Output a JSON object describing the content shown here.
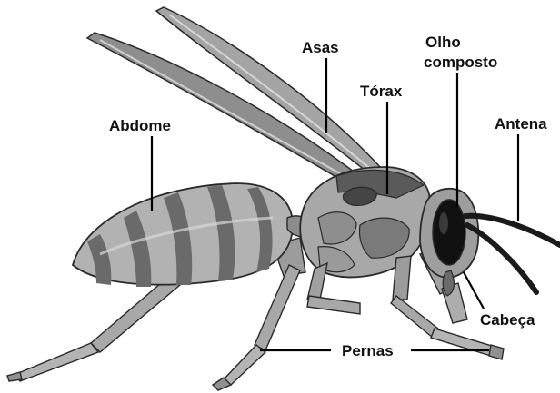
{
  "labels": {
    "abdome": "Abdome",
    "asas": "Asas",
    "torax": "Tórax",
    "olho_line1": "Olho",
    "olho_line2": "composto",
    "antena": "Antena",
    "cabeca": "Cabeça",
    "pernas": "Pernas"
  },
  "colors": {
    "body_light": "#b4b4b4",
    "body_mid": "#8c8c8c",
    "body_dark": "#555555",
    "stripe": "#6a6a6a",
    "wing": "#9a9a9a",
    "outline": "#2a2a2a",
    "eye": "#111111"
  }
}
